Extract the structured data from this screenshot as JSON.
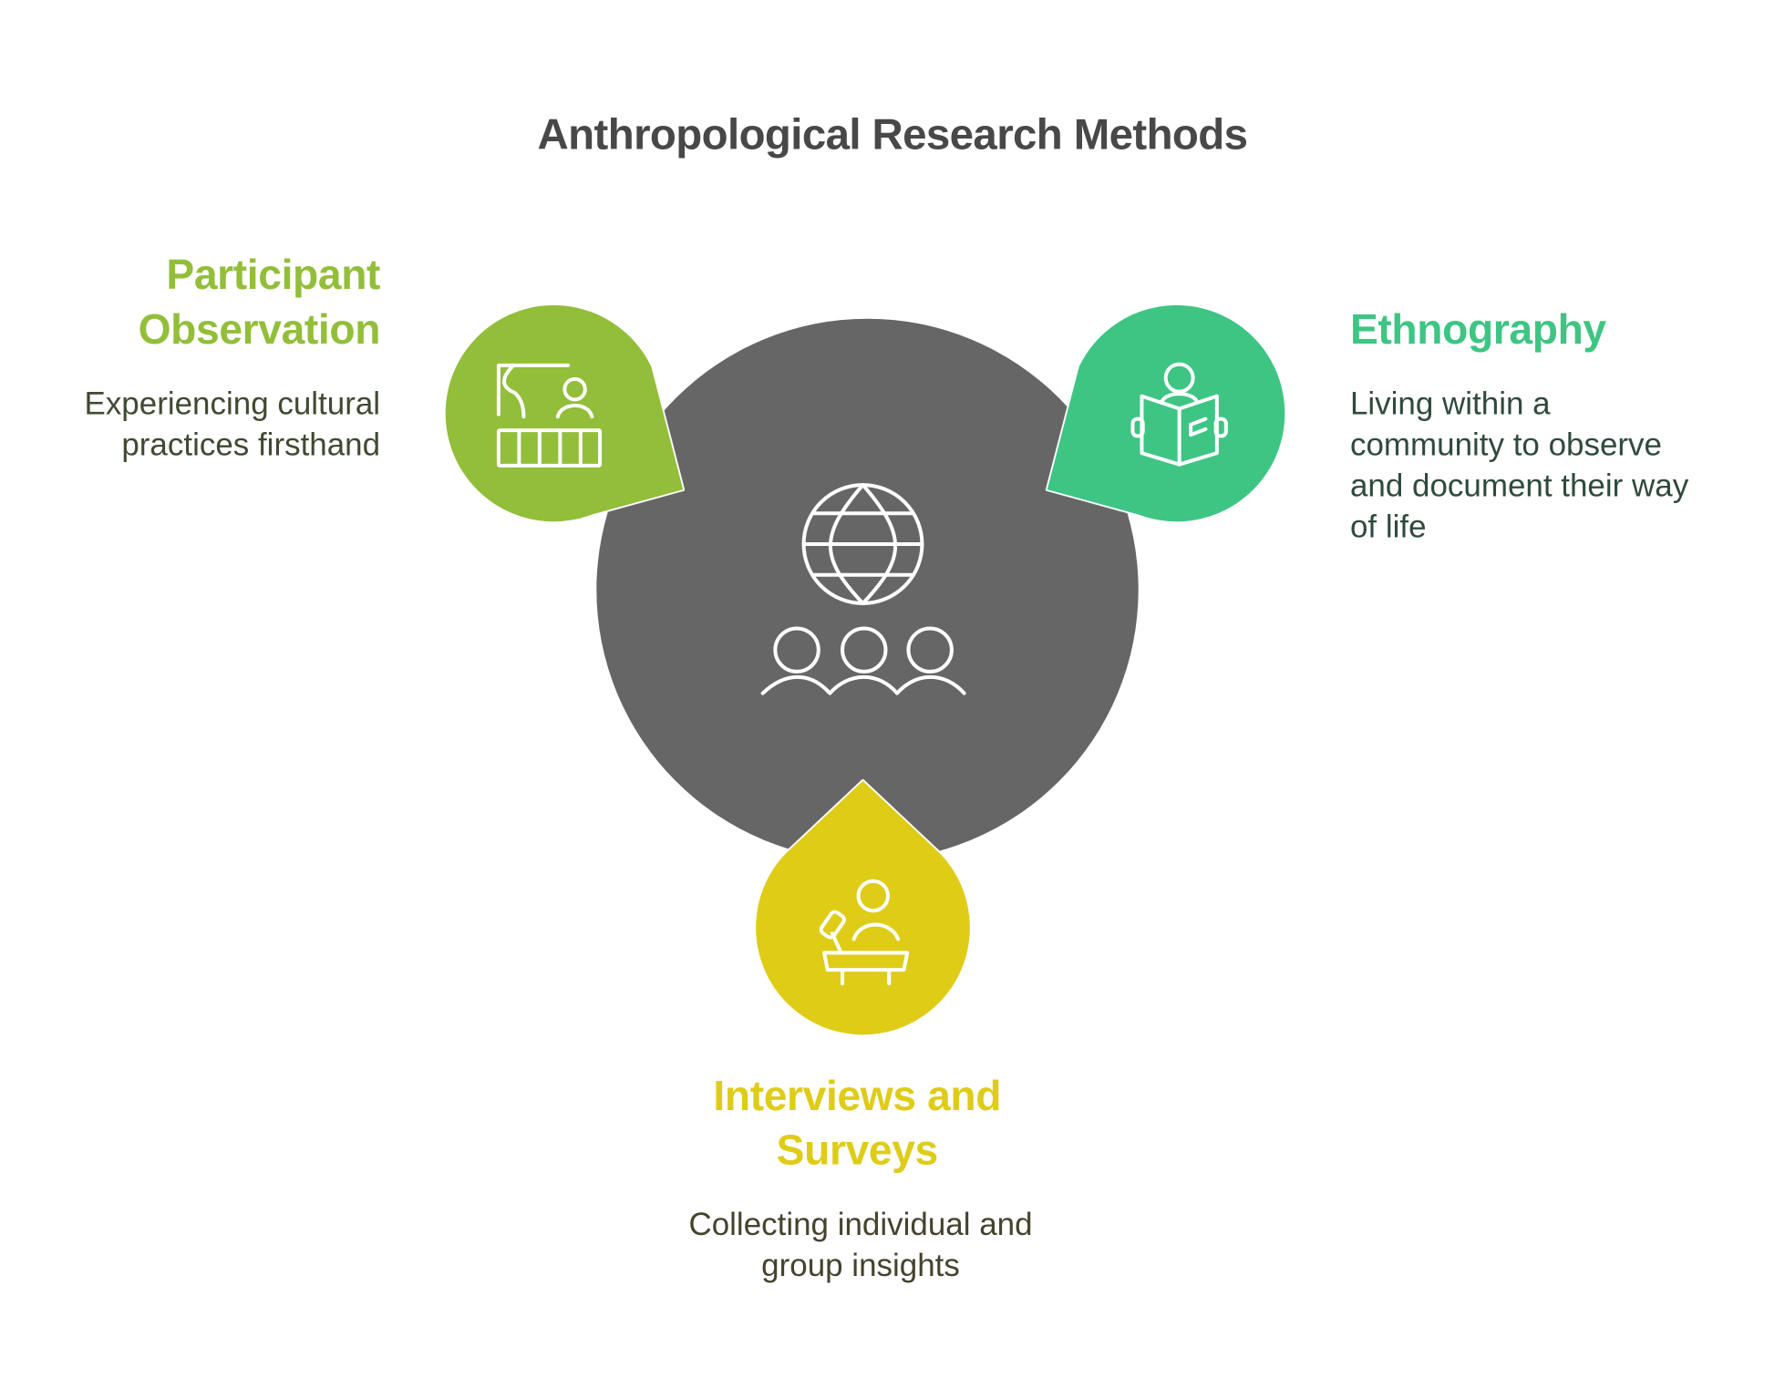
{
  "title": "Anthropological Research Methods",
  "colors": {
    "title": "#484848",
    "center": "#666666",
    "participant": "#92BE3A",
    "ethnography": "#3EC584",
    "interviews": "#DFCC17",
    "participant_desc": "#3F4A32",
    "ethnography_desc": "#2F4A3D",
    "interviews_desc": "#45432E",
    "stroke": "#FFFFFF"
  },
  "center": {
    "icons": [
      "globe-icon",
      "group-of-people-icon"
    ]
  },
  "methods": [
    {
      "id": "participant-observation",
      "heading_line1": "Participant",
      "heading_line2": "Observation",
      "description_line1": "Experiencing cultural",
      "description_line2": "practices firsthand",
      "icon": "classroom-teacher-icon",
      "position": "left"
    },
    {
      "id": "ethnography",
      "heading_line1": "Ethnography",
      "description_line1": "Living within a",
      "description_line2": "community to observe",
      "description_line3": "and document their way",
      "description_line4": "of life",
      "icon": "person-reading-book-icon",
      "position": "right"
    },
    {
      "id": "interviews-and-surveys",
      "heading_line1": "Interviews and",
      "heading_line2": "Surveys",
      "description_line1": "Collecting individual and",
      "description_line2": "group insights",
      "icon": "speaker-at-podium-icon",
      "position": "bottom"
    }
  ]
}
